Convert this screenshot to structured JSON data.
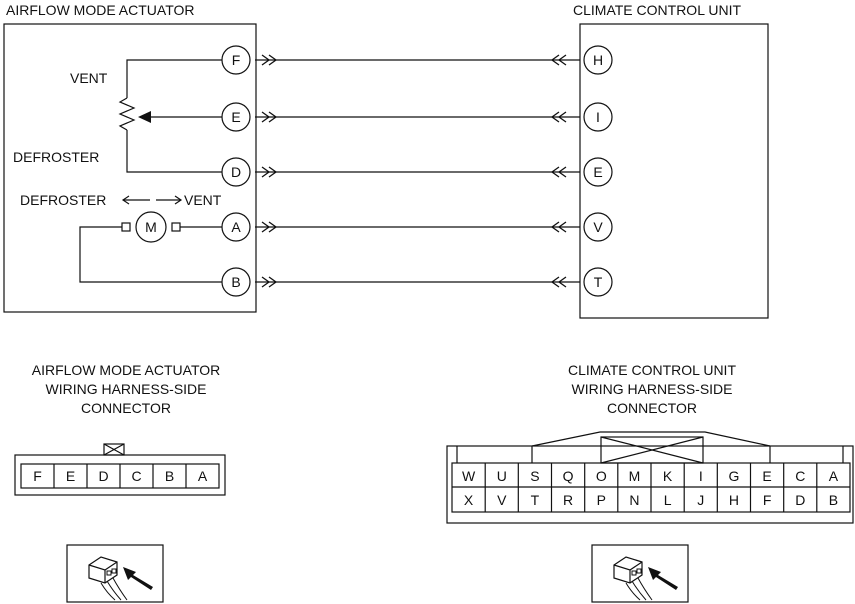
{
  "diagram": {
    "left_unit_title": "AIRFLOW MODE ACTUATOR",
    "right_unit_title": "CLIMATE CONTROL UNIT",
    "label_vent": "VENT",
    "label_defroster": "DEFROSTER",
    "label_direction_left": "DEFROSTER",
    "label_direction_right": "VENT",
    "motor_label": "M",
    "left_pins": [
      "F",
      "E",
      "D",
      "A",
      "B"
    ],
    "right_pins": [
      "H",
      "I",
      "E",
      "V",
      "T"
    ]
  },
  "left_connector": {
    "title_lines": [
      "AIRFLOW MODE ACTUATOR",
      "WIRING HARNESS-SIDE",
      "CONNECTOR"
    ],
    "cells": [
      "F",
      "E",
      "D",
      "C",
      "B",
      "A"
    ]
  },
  "right_connector": {
    "title_lines": [
      "CLIMATE CONTROL UNIT",
      "WIRING HARNESS-SIDE",
      "CONNECTOR"
    ],
    "top_row": [
      "W",
      "U",
      "S",
      "Q",
      "O",
      "M",
      "K",
      "I",
      "G",
      "E",
      "C",
      "A"
    ],
    "bottom_row": [
      "X",
      "V",
      "T",
      "R",
      "P",
      "N",
      "L",
      "J",
      "H",
      "F",
      "D",
      "B"
    ]
  },
  "connector_view_icon": "connector-view-icon"
}
